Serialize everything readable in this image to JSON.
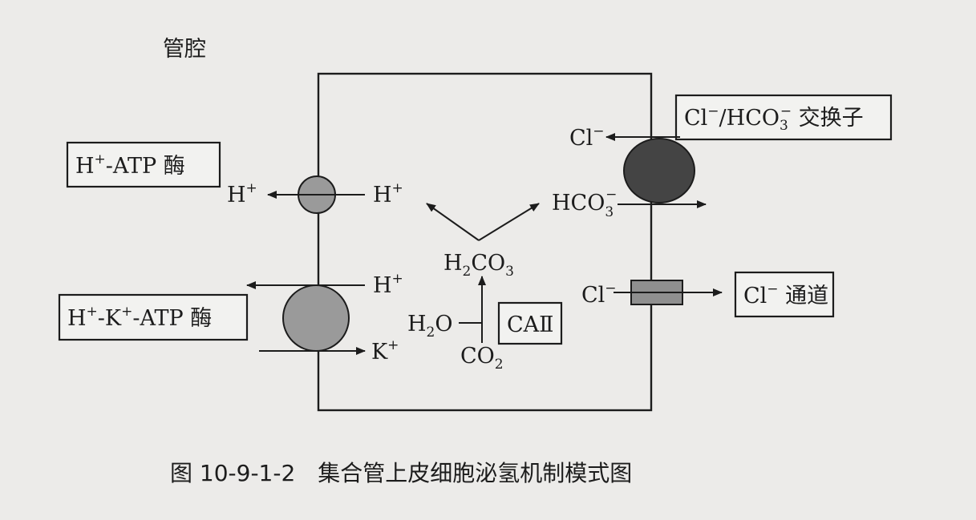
{
  "labels": {
    "lumen": "管腔",
    "h_atpase": {
      "base": "H",
      "sup": "+",
      "rest": "-ATP 酶"
    },
    "hk_atpase": {
      "h": "H",
      "hsup": "+",
      "dash1": "-K",
      "ksup": "+",
      "rest": "-ATP 酶"
    },
    "exchanger": {
      "cl": "Cl",
      "clsup": "−",
      "slash": "/HCO",
      "sub": "3",
      "sup2": "−",
      "rest": " 交换子"
    },
    "cl_channel": {
      "cl": "Cl",
      "sup": "−",
      "rest": " 通道"
    },
    "ca2": "CAⅡ"
  },
  "species": {
    "h_plus_1_out": {
      "base": "H",
      "sup": "+"
    },
    "h_plus_1_in": {
      "base": "H",
      "sup": "+"
    },
    "h_plus_2_in": {
      "base": "H",
      "sup": "+"
    },
    "k_plus": {
      "base": "K",
      "sup": "+"
    },
    "cl_exch": {
      "base": "Cl",
      "sup": "−"
    },
    "hco3": {
      "base": "HCO",
      "sub": "3",
      "sup": "−"
    },
    "cl_chan": {
      "base": "Cl",
      "sup": "−"
    },
    "h2co3": {
      "h": "H",
      "sub1": "2",
      "mid": "CO",
      "sub2": "3"
    },
    "h2o": {
      "h": "H",
      "sub": "2",
      "o": "O"
    },
    "co2": {
      "c": "CO",
      "sub": "2"
    }
  },
  "caption": "图 10-9-1-2　集合管上皮细胞泌氢机制模式图",
  "colors": {
    "pump_fill": "#9a9a9a",
    "exchanger_fill": "#444444",
    "channel_fill": "#8f8f8f",
    "line": "#1c1c1c"
  }
}
